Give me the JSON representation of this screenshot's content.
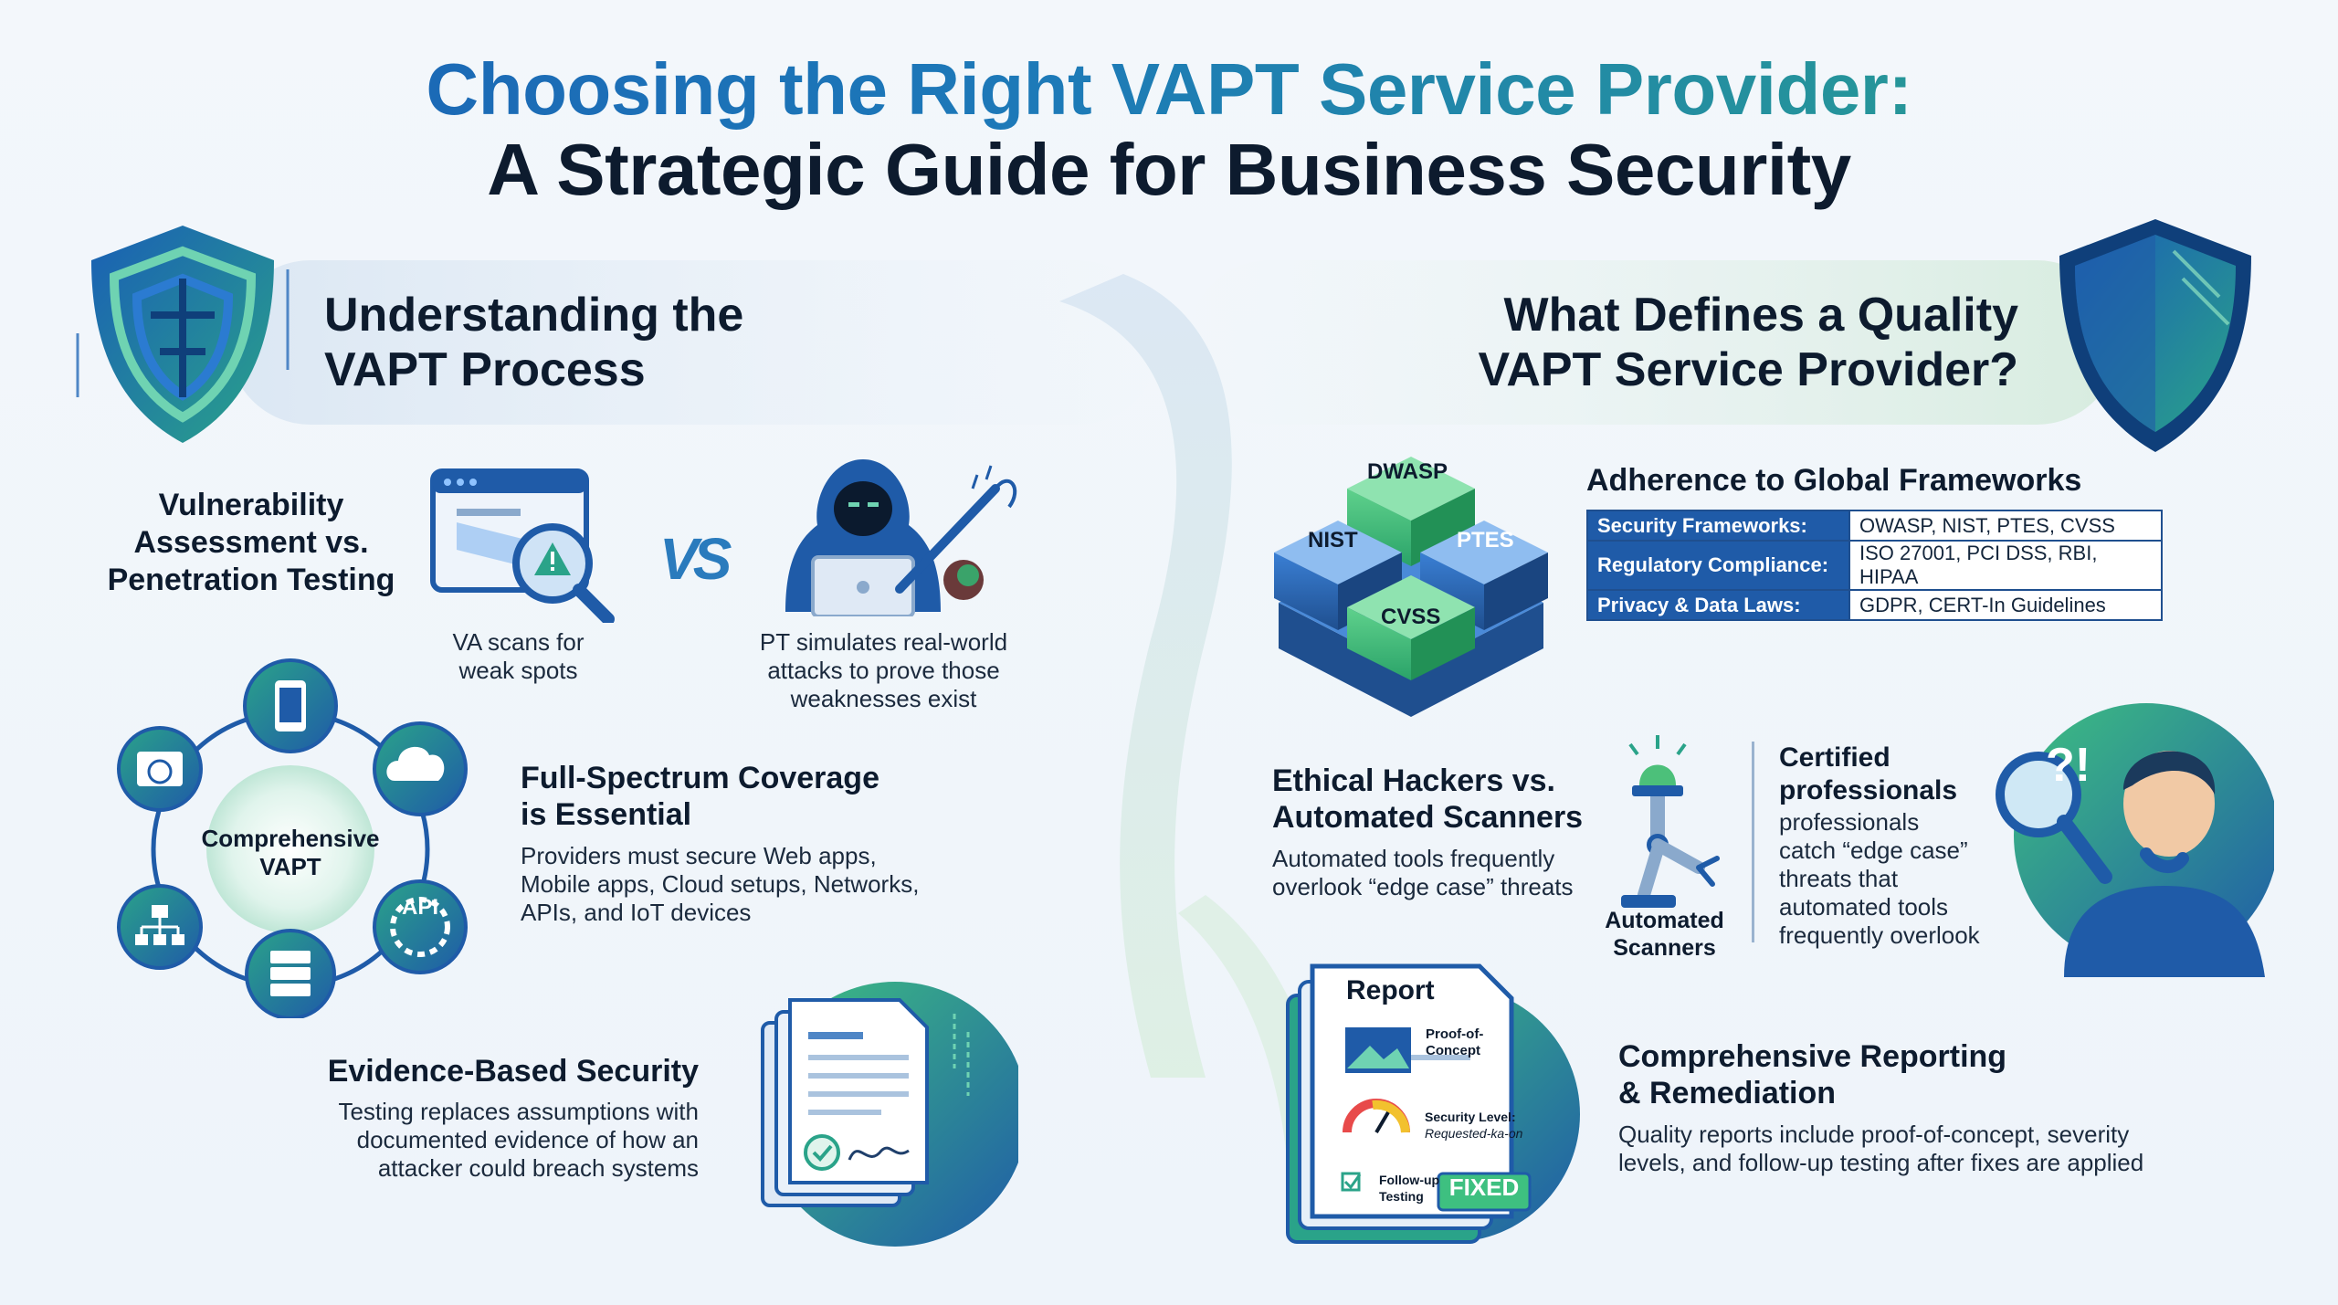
{
  "title": {
    "line1": "Choosing the Right VAPT Service Provider:",
    "line2": "A Strategic Guide for Business Security"
  },
  "left": {
    "heading": [
      "Understanding the",
      "VAPT Process"
    ],
    "va_pt": {
      "title": [
        "Vulnerability",
        "Assessment vs.",
        "Penetration Testing"
      ],
      "vs": "VS",
      "va_caption": [
        "VA scans for",
        "weak spots"
      ],
      "pt_caption": [
        "PT simulates real-world",
        "attacks to prove those",
        "weaknesses exist"
      ]
    },
    "coverage": {
      "hub_label": [
        "Comprehensive",
        "VAPT"
      ],
      "api_label": "API",
      "title": [
        "Full-Spectrum Coverage",
        "is Essential"
      ],
      "body": [
        "Providers must secure Web apps,",
        "Mobile apps, Cloud setups, Networks,",
        "APIs, and IoT devices"
      ]
    },
    "evidence": {
      "title": "Evidence-Based Security",
      "body": [
        "Testing replaces assumptions with",
        "documented evidence of how an",
        "attacker could breach systems"
      ]
    }
  },
  "right": {
    "heading": [
      "What Defines a Quality",
      "VAPT Service Provider?"
    ],
    "frameworks": {
      "cubes": [
        "DWASP",
        "NIST",
        "PTES",
        "CVSS"
      ],
      "title": "Adherence to Global Frameworks",
      "rows": [
        {
          "key": "Security Frameworks:",
          "value": "OWASP, NIST, PTES, CVSS"
        },
        {
          "key": "Regulatory Compliance:",
          "value": "ISO 27001, PCI DSS, RBI, HIPAA"
        },
        {
          "key": "Privacy & Data Laws:",
          "value": "GDPR, CERT-In Guidelines"
        }
      ]
    },
    "hackers": {
      "title": [
        "Ethical Hackers vs.",
        "Automated Scanners"
      ],
      "body": [
        "Automated tools frequently",
        "overlook “edge case” threats"
      ],
      "scanner_label": [
        "Automated",
        "Scanners"
      ],
      "cert_title": [
        "Certified",
        "professionals"
      ],
      "cert_body": [
        "professionals",
        "catch “edge case”",
        "threats that",
        "automated tools",
        "frequently overlook"
      ],
      "marks": "?!"
    },
    "reporting": {
      "doc_title": "Report",
      "poc_label": [
        "Proof-of-",
        "Concept"
      ],
      "level_label": [
        "Security Level:",
        "Requested-ka-on"
      ],
      "followup_label": [
        "Follow-up",
        "Testing"
      ],
      "fixed_badge": "FIXED",
      "title": [
        "Comprehensive Reporting",
        "& Remediation"
      ],
      "body": [
        "Quality reports include proof-of-concept, severity",
        "levels, and follow-up testing after fixes are applied"
      ]
    }
  },
  "colors": {
    "blue": "#1f5ba8",
    "teal": "#2aa389",
    "green": "#4cc07a",
    "navy": "#0d1b2e"
  },
  "icons": [
    "shield-maze-icon",
    "shield-icon",
    "browser-scan-icon",
    "hacker-icon",
    "phone-icon",
    "cloud-icon",
    "api-gear-icon",
    "server-icon",
    "network-icon",
    "web-icon",
    "cube-stack-icon",
    "robot-arm-icon",
    "thinking-person-icon",
    "document-stack-icon",
    "report-icon"
  ]
}
